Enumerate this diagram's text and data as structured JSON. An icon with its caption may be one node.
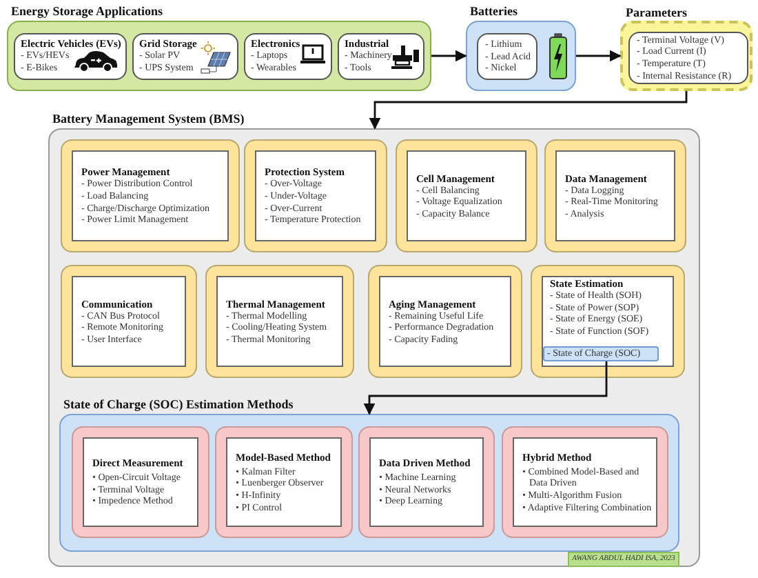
{
  "diagram": {
    "nodes": [
      {
        "text": [
          "Energy Storage Applications"
        ]
      },
      {
        "text": [
          "Electric Vehicles (EVs)",
          "- EVs/HEVs",
          "- E-Bikes"
        ],
        "in": 0
      },
      {
        "text": [
          "Grid Storage",
          "- Solar PV",
          "- UPS System"
        ],
        "in": 0
      },
      {
        "text": [
          "Electronics",
          "- Laptops",
          "- Wearables"
        ],
        "in": 0
      },
      {
        "text": [
          "Industrial",
          "- Machinery",
          "- Tools"
        ],
        "in": 0
      },
      {
        "text": [
          "Batteries"
        ]
      },
      {
        "text": [
          "- Lithium",
          "- Lead Acid",
          "- Nickel"
        ],
        "in": 5
      },
      {
        "text": [
          "Parameters"
        ]
      },
      {
        "text": [
          "- Terminal Voltage (V)",
          "- Load Current (I)",
          "- Temperature (T)",
          "- Internal Resistance (R)"
        ],
        "in": 7
      },
      {
        "text": [
          "Battery Management System (BMS)"
        ]
      },
      {
        "text": [
          "Power Management",
          "- Power Distribution Control",
          "- Load Balancing",
          "- Charge/Discharge Optimization",
          "- Power Limit Management"
        ],
        "in": 9
      },
      {
        "text": [
          "Protection System",
          "- Over-Voltage",
          "- Under-Voltage",
          "- Over-Current",
          "- Temperature Protection"
        ],
        "in": 9
      },
      {
        "text": [
          "Cell Management",
          "- Cell Balancing",
          "- Voltage Equalization",
          "- Capacity Balance"
        ],
        "in": 9
      },
      {
        "text": [
          "Data Management",
          "- Data Logging",
          "- Real-Time Monitoring",
          "- Analysis"
        ],
        "in": 9
      },
      {
        "text": [
          "Communication",
          "- CAN Bus Protocol",
          "- Remote Monitoring",
          "- User Interface"
        ],
        "in": 9
      },
      {
        "text": [
          "Thermal Management",
          "- Thermal Modelling",
          "- Cooling/Heating System",
          "- Thermal Monitoring"
        ],
        "in": 9
      },
      {
        "text": [
          "Aging Management",
          "- Remaining Useful Life",
          "- Performance Degradation",
          "- Capacity Fading"
        ],
        "in": 9
      },
      {
        "text": [
          "State Estimation",
          "- State of Health (SOH)",
          "- State of Power (SOP)",
          "- State of Energy (SOE)",
          "- State of Function (SOF)"
        ],
        "in": 9
      },
      {
        "text": [
          "- State of Charge (SOC)"
        ],
        "in": 17
      },
      {
        "text": [
          "State of Charge (SOC) Estimation Methods"
        ],
        "in": 9
      },
      {
        "text": [
          "Direct Measurement",
          "• Open-Circuit Voltage",
          "• Terminal Voltage",
          "• Impedence Method"
        ],
        "in": 19
      },
      {
        "text": [
          "Model-Based Method",
          "• Kalman Filter",
          "• Luenberger Observer",
          "• H-Infinity",
          "• PI Control"
        ],
        "in": 19
      },
      {
        "text": [
          "Data Driven Method",
          "• Machine Learning",
          "• Neural Networks",
          "• Deep Learning"
        ],
        "in": 19
      },
      {
        "text": [
          "Hybrid Method",
          "• Combined Model-Based and Data Driven",
          "• Multi-Algorithm Fusion",
          "• Adaptive Filtering Combination"
        ],
        "in": 19
      }
    ],
    "edges": [
      {
        "from": 0,
        "to": 5,
        "arrow": "to"
      },
      {
        "from": 5,
        "to": 7,
        "arrow": "to"
      },
      {
        "from": 7,
        "to": 9,
        "arrow": "to"
      },
      {
        "from": 18,
        "to": 19,
        "arrow": "to"
      }
    ],
    "labels": [
      "AWANG ABDUL HADI ISA, 2023"
    ]
  }
}
